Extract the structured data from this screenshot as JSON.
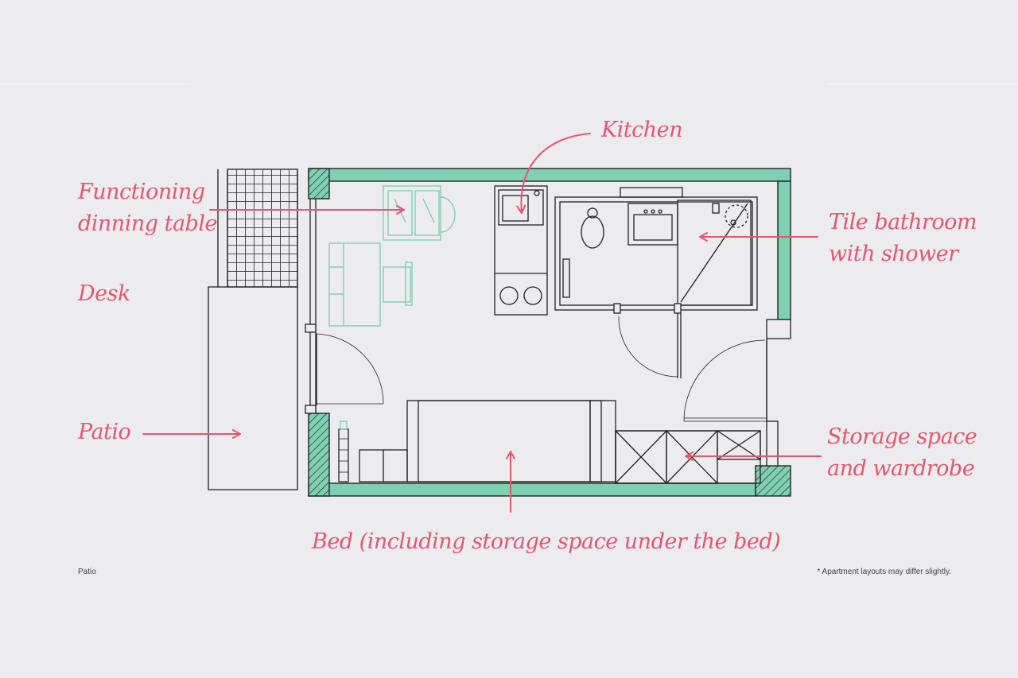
{
  "labels": {
    "kitchen": "Kitchen",
    "dining_line1": "Functioning",
    "dining_line2": "dinning table",
    "desk": "Desk",
    "patio": "Patio",
    "bathroom_line1": "Tile bathroom",
    "bathroom_line2": "with shower",
    "storage_line1": "Storage space",
    "storage_line2": "and wardrobe",
    "bed": "Bed (including storage space under the bed)"
  },
  "footer": {
    "caption": "Patio",
    "disclaimer": "* Apartment layouts may differ slightly."
  },
  "colors": {
    "background": "#ececee",
    "accent": "#e5566f",
    "wall": "#7fcfb2",
    "line": "#222222"
  }
}
